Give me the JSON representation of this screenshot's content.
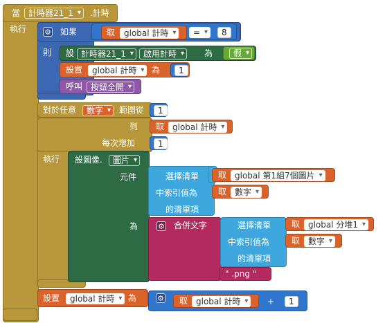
{
  "event": {
    "when": "當",
    "component": "計時器21_1",
    "event_name": ".計時",
    "do": "執行"
  },
  "if_block": {
    "if_label": "如果",
    "then_label": "則",
    "get": "取",
    "var": "global 計時",
    "op": "=",
    "value": "8"
  },
  "set_prop": {
    "set": "設",
    "component": "計時器21_1",
    "property": "啟用計時",
    "to": "為",
    "value": "假"
  },
  "set_var1": {
    "set": "設置",
    "var": "global 計時",
    "to": "為",
    "value": "1"
  },
  "call": {
    "label": "呼叫",
    "proc": "按鈕全開"
  },
  "for_range": {
    "label": "對於任意",
    "var": "數字",
    "from_label": "範圍從",
    "from_value": "1",
    "to_label": "到",
    "to_get": "取",
    "to_var": "global 計時",
    "step_label": "每次增加",
    "step_value": "1",
    "do": "執行"
  },
  "set_image": {
    "label": "設圖像.",
    "property": "圖片",
    "component_label": "元件",
    "to_label": "為"
  },
  "select1": {
    "l1": "選擇清單",
    "l2": "中索引值為",
    "l3": "的清單項",
    "get": "取",
    "list": "global 第1組7個圖片",
    "index_get": "取",
    "index_var": "數字"
  },
  "join": {
    "label": "合併文字",
    "text": "\" .png \""
  },
  "select2": {
    "l1": "選擇清單",
    "l2": "中索引值為",
    "l3": "的清單項",
    "get": "取",
    "list": "global 分堆1",
    "index_get": "取",
    "index_var": "數字"
  },
  "set_var2": {
    "set": "設置",
    "var": "global 計時",
    "to": "為",
    "get": "取",
    "get_var": "global 計時",
    "op": "+",
    "value": "1"
  },
  "colors": {
    "event": "#b8963a",
    "control": "#3b67b3",
    "variable": "#d9632c",
    "component": "#2e6a44",
    "procedure": "#8e5aa8",
    "math": "#2f76cc",
    "logic": "#6aa83a",
    "list": "#3da7de",
    "text": "#b32a5e"
  },
  "icons": [
    "gear-icon",
    "dropdown-arrow-icon"
  ]
}
